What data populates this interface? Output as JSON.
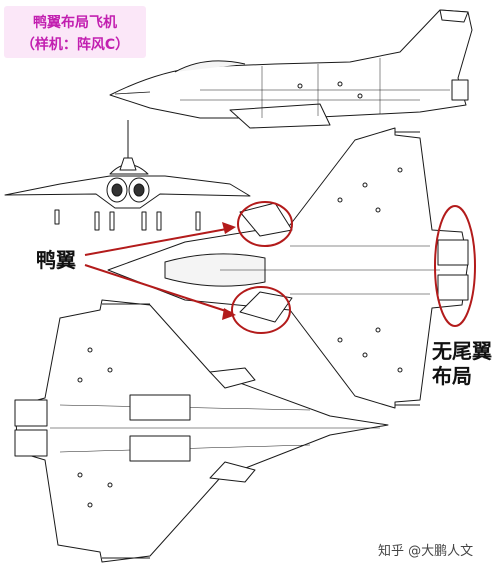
{
  "title": {
    "line1": "鸭翼布局飞机",
    "line2": "（样机：阵风C）"
  },
  "labels": {
    "canard": "鸭翼",
    "tailless_line1": "无尾翼",
    "tailless_line2": "布局"
  },
  "watermark": "知乎 @大鹏人文",
  "colors": {
    "title_text": "#c21fb0",
    "title_bg": "#fbe7f8",
    "annotation": "#b31b1b",
    "line": "#1a1a1a"
  }
}
